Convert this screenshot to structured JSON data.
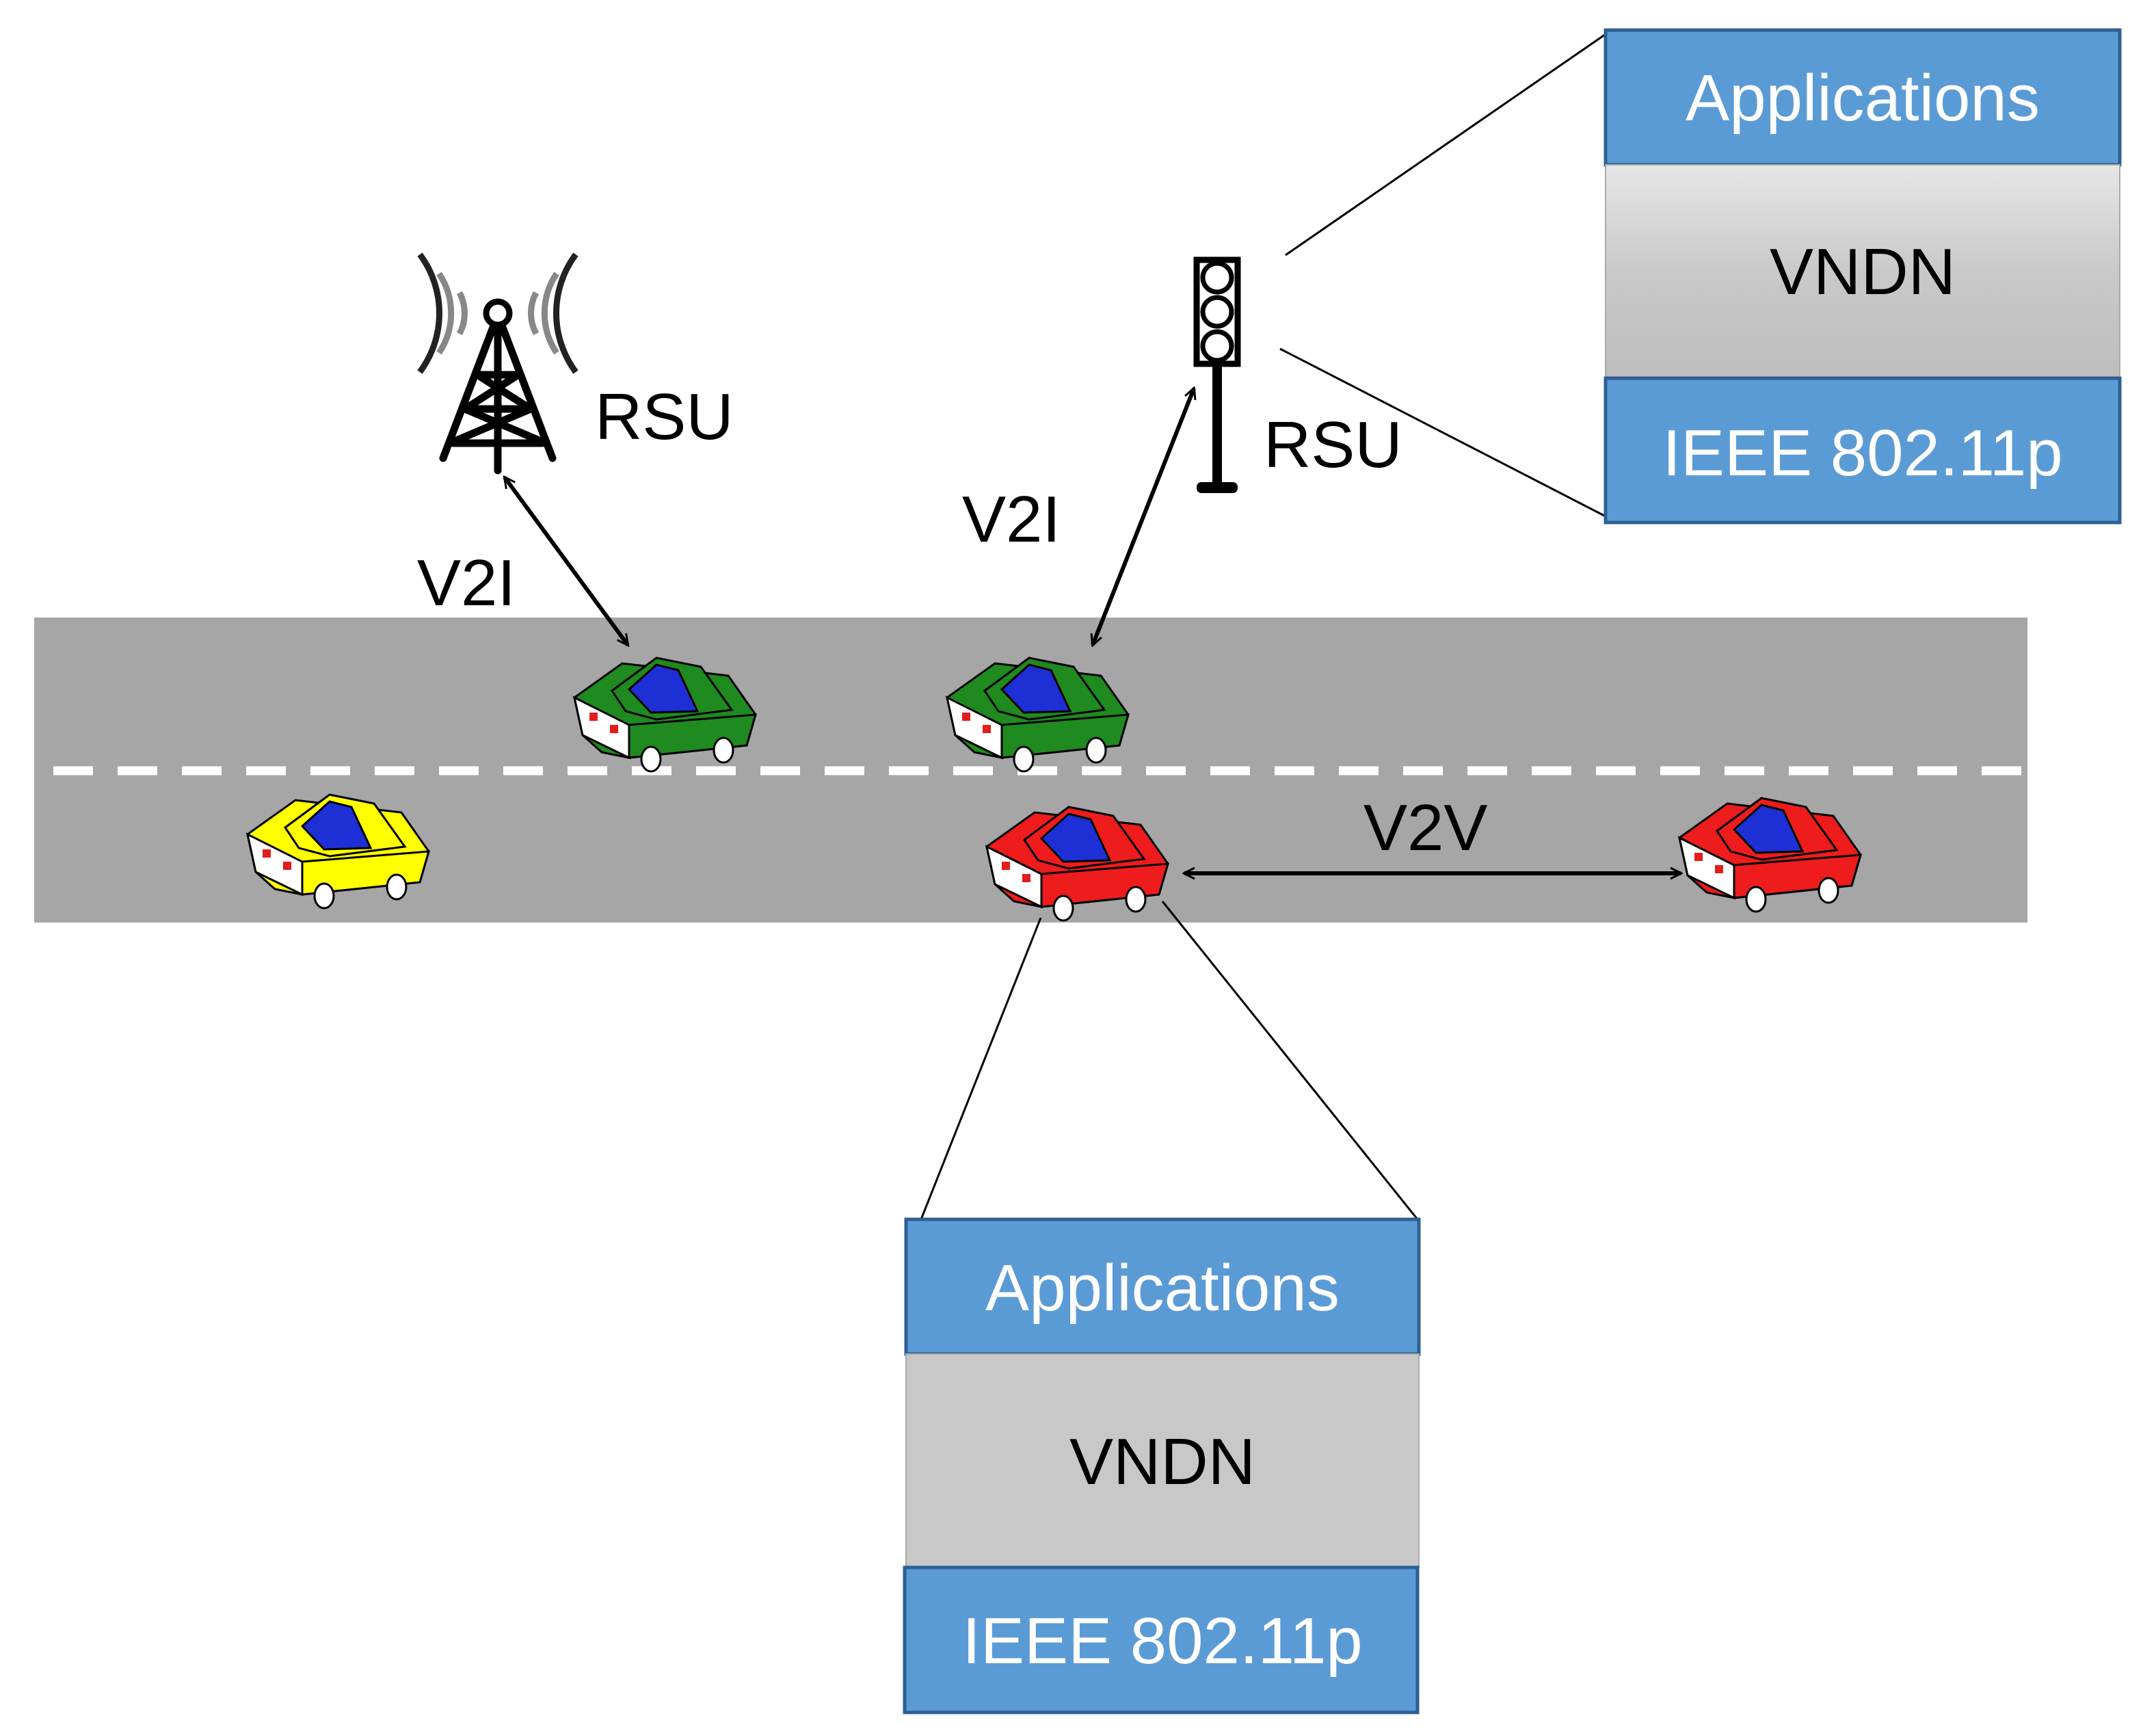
{
  "labels": {
    "rsu_tower": "RSU",
    "rsu_light": "RSU",
    "v2i_left": "V2I",
    "v2i_right": "V2I",
    "v2v": "V2V"
  },
  "stacks": {
    "rsu_stack": {
      "layers": [
        "Applications",
        "VNDN",
        "IEEE 802.11p"
      ]
    },
    "vehicle_stack": {
      "layers": [
        "Applications",
        "VNDN",
        "IEEE 802.11p"
      ]
    }
  },
  "colors": {
    "road": "#a6a6a6",
    "lane_marking": "#ffffff",
    "layer_blue": "#5b9bd5",
    "layer_gray": "#c8c8c8",
    "layer_border": "#2e5f95",
    "car_green": "#1f8a1f",
    "car_red": "#ee1c1c",
    "car_yellow": "#ffff00",
    "car_blue": "#1f2fd6"
  },
  "icons": {
    "tower": "radio-tower-icon",
    "light": "traffic-light-icon",
    "car": "car-icon"
  }
}
